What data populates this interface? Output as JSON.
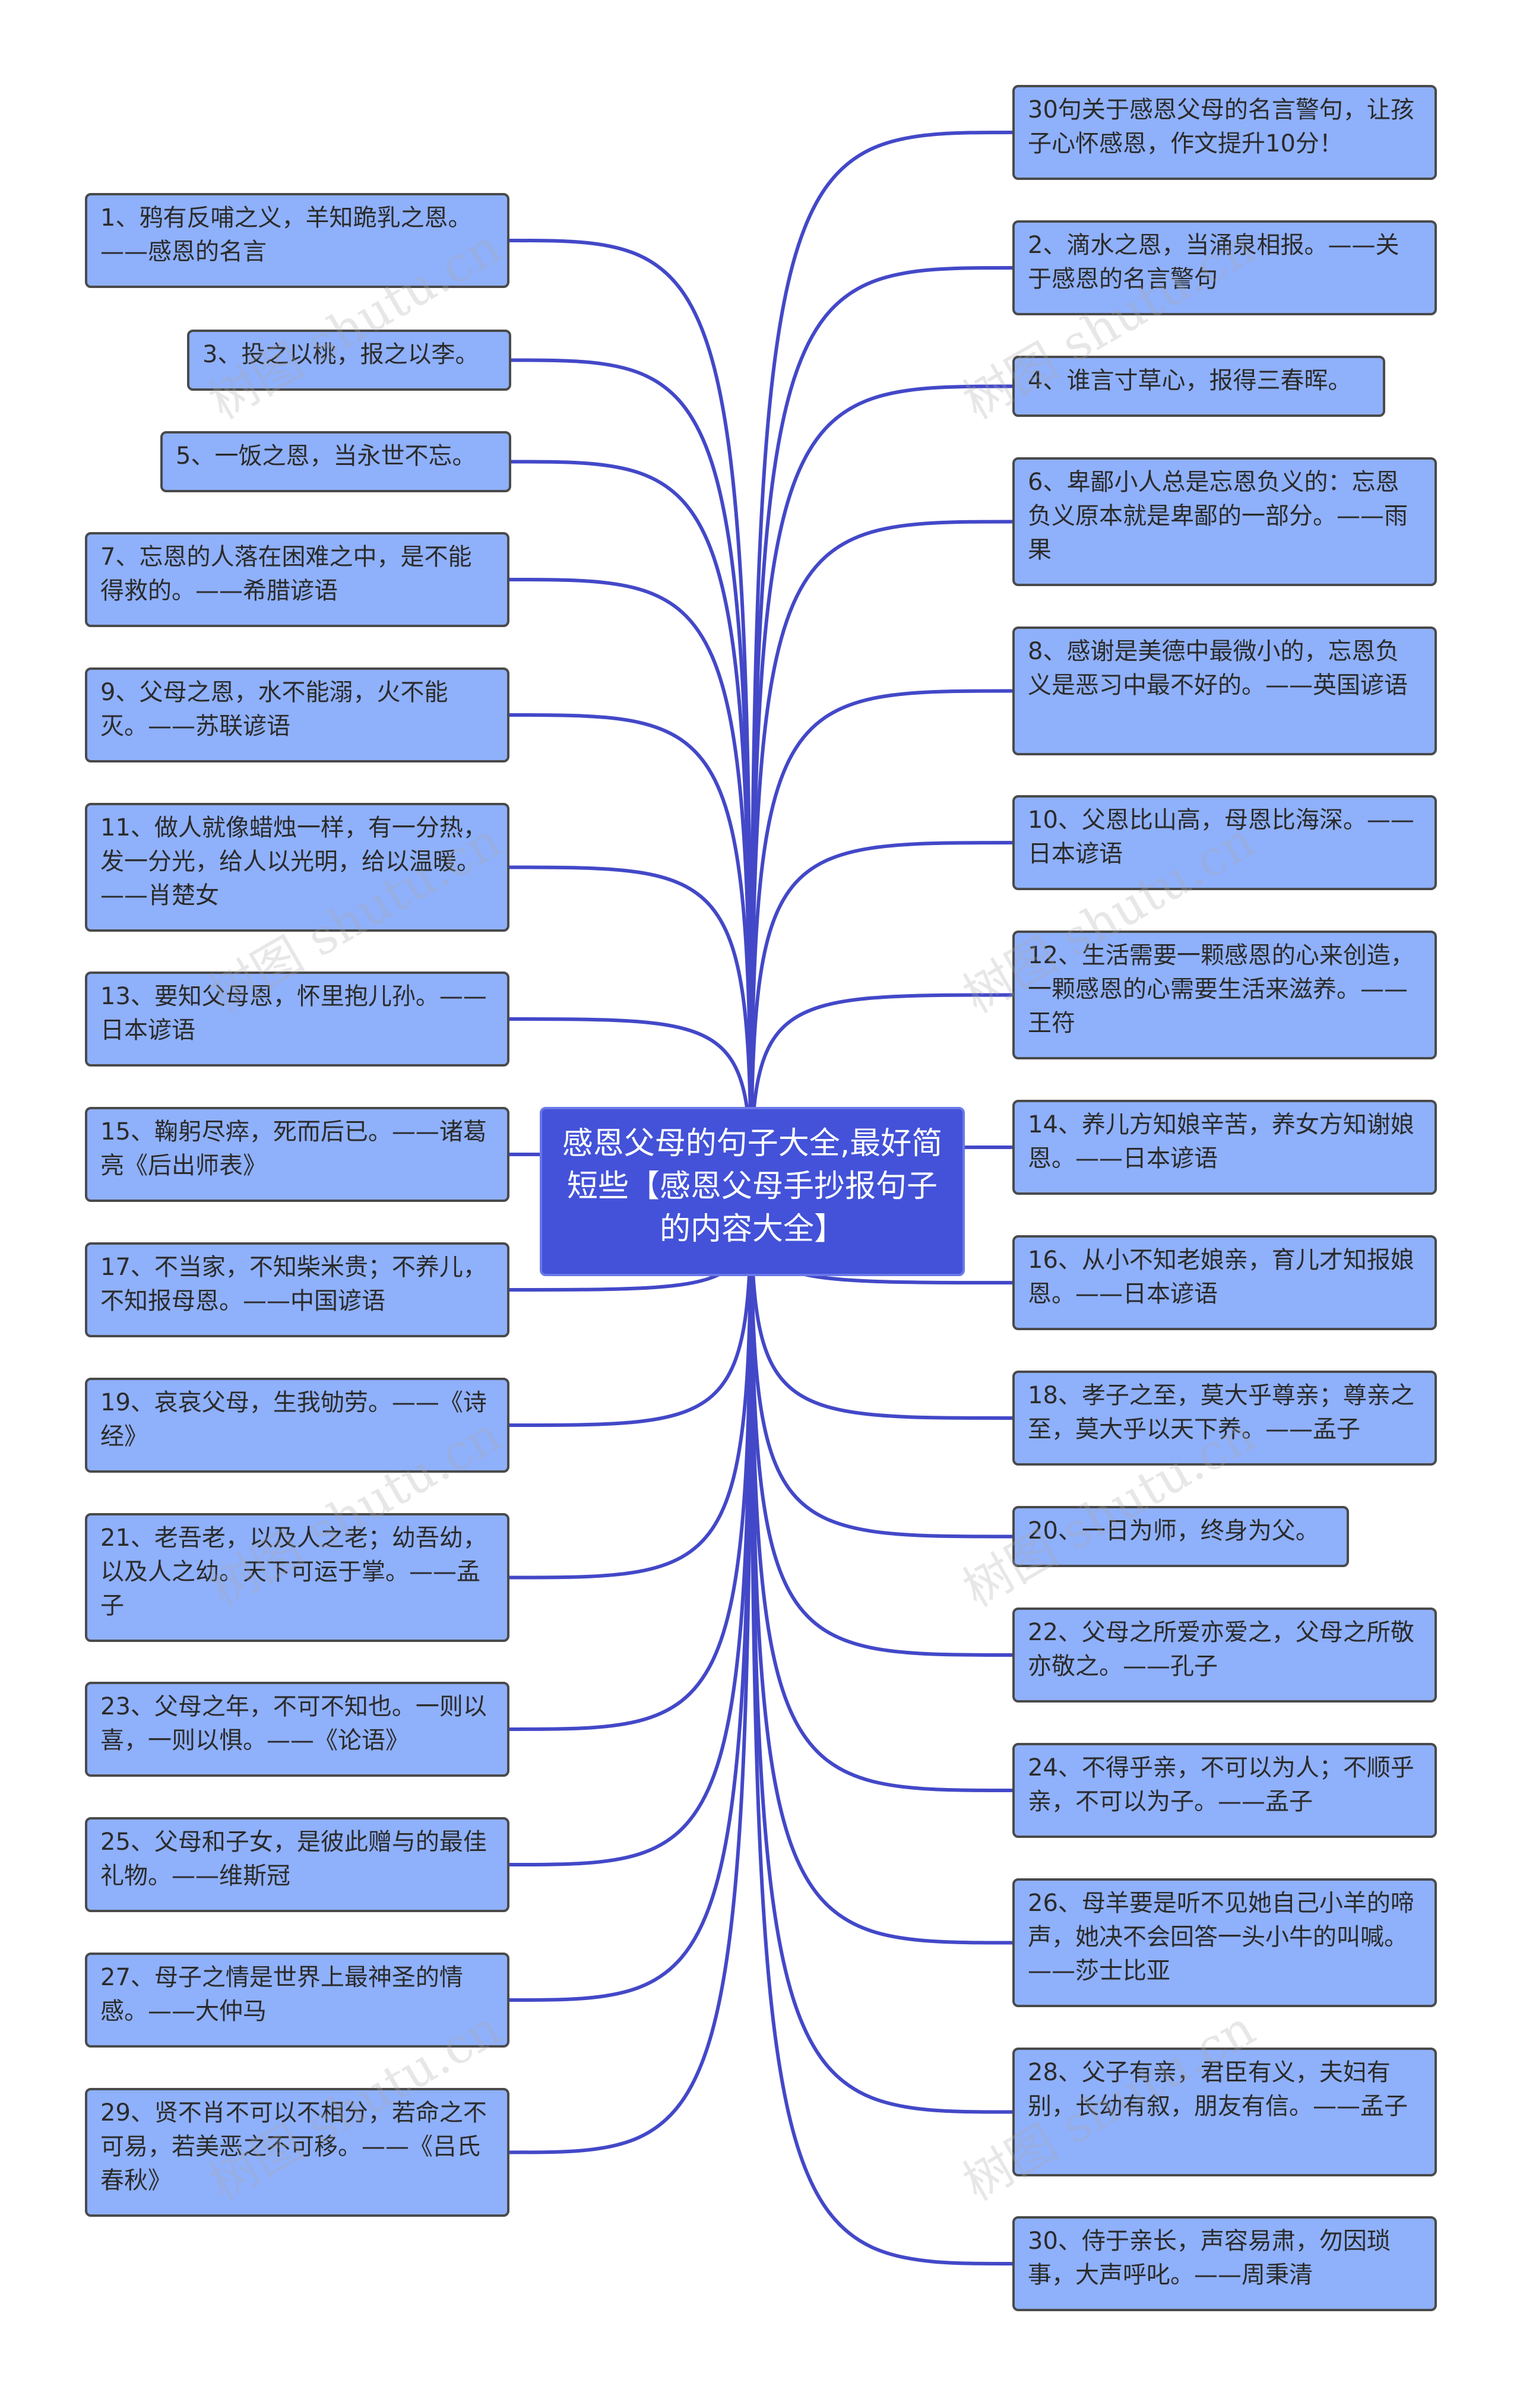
{
  "root": {
    "text": "感恩父母的句子大全,最好简短些【感恩父母手抄报句子的内容大全】"
  },
  "left_nodes": [
    {
      "text": "1、鸦有反哺之义，羊知跪乳之恩。——感恩的名言"
    },
    {
      "text": "3、投之以桃，报之以李。"
    },
    {
      "text": "5、一饭之恩，当永世不忘。"
    },
    {
      "text": "7、忘恩的人落在困难之中，是不能得救的。——希腊谚语"
    },
    {
      "text": "9、父母之恩，水不能溺，火不能灭。——苏联谚语"
    },
    {
      "text": "11、做人就像蜡烛一样，有一分热，发一分光，给人以光明，给以温暖。——肖楚女"
    },
    {
      "text": "13、要知父母恩，怀里抱儿孙。——日本谚语"
    },
    {
      "text": "15、鞠躬尽瘁，死而后已。——诸葛亮《后出师表》"
    },
    {
      "text": "17、不当家，不知柴米贵；不养儿，不知报母恩。——中国谚语"
    },
    {
      "text": "19、哀哀父母，生我劬劳。——《诗经》"
    },
    {
      "text": "21、老吾老，以及人之老；幼吾幼，以及人之幼。天下可运于掌。——孟子"
    },
    {
      "text": "23、父母之年，不可不知也。一则以喜，一则以惧。——《论语》"
    },
    {
      "text": "25、父母和子女，是彼此赠与的最佳礼物。——维斯冠"
    },
    {
      "text": "27、母子之情是世界上最神圣的情感。——大仲马"
    },
    {
      "text": "29、贤不肖不可以不相分，若命之不可易，若美恶之不可移。——《吕氏春秋》"
    }
  ],
  "right_nodes": [
    {
      "text": "30句关于感恩父母的名言警句，让孩子心怀感恩，作文提升10分！"
    },
    {
      "text": "2、滴水之恩，当涌泉相报。——关于感恩的名言警句"
    },
    {
      "text": "4、谁言寸草心，报得三春晖。"
    },
    {
      "text": "6、卑鄙小人总是忘恩负义的：忘恩负义原本就是卑鄙的一部分。——雨果"
    },
    {
      "text": "8、感谢是美德中最微小的，忘恩负义是恶习中最不好的。——英国谚语"
    },
    {
      "text": "10、父恩比山高，母恩比海深。——日本谚语"
    },
    {
      "text": "12、生活需要一颗感恩的心来创造，一颗感恩的心需要生活来滋养。——王符"
    },
    {
      "text": "14、养儿方知娘辛苦，养女方知谢娘恩。——日本谚语"
    },
    {
      "text": "16、从小不知老娘亲，育儿才知报娘恩。——日本谚语"
    },
    {
      "text": "18、孝子之至，莫大乎尊亲；尊亲之至，莫大乎以天下养。——孟子"
    },
    {
      "text": "20、一日为师，终身为父。"
    },
    {
      "text": "22、父母之所爱亦爱之，父母之所敬亦敬之。——孔子"
    },
    {
      "text": "24、不得乎亲，不可以为人；不顺乎亲，不可以为子。——孟子"
    },
    {
      "text": "26、母羊要是听不见她自己小羊的啼声，她决不会回答一头小牛的叫喊。——莎士比亚"
    },
    {
      "text": "28、父子有亲，君臣有义，夫妇有别，长幼有叙，朋友有信。——孟子"
    },
    {
      "text": "30、侍于亲长，声容易肃，勿因琐事，大声呼叱。——周秉清"
    }
  ],
  "watermark": "树图 shutu.cn",
  "colors": {
    "node_fill": "#8fb0fb",
    "node_border": "#4a4a4a",
    "root_fill": "#4352d8",
    "link": "#4348c8"
  }
}
